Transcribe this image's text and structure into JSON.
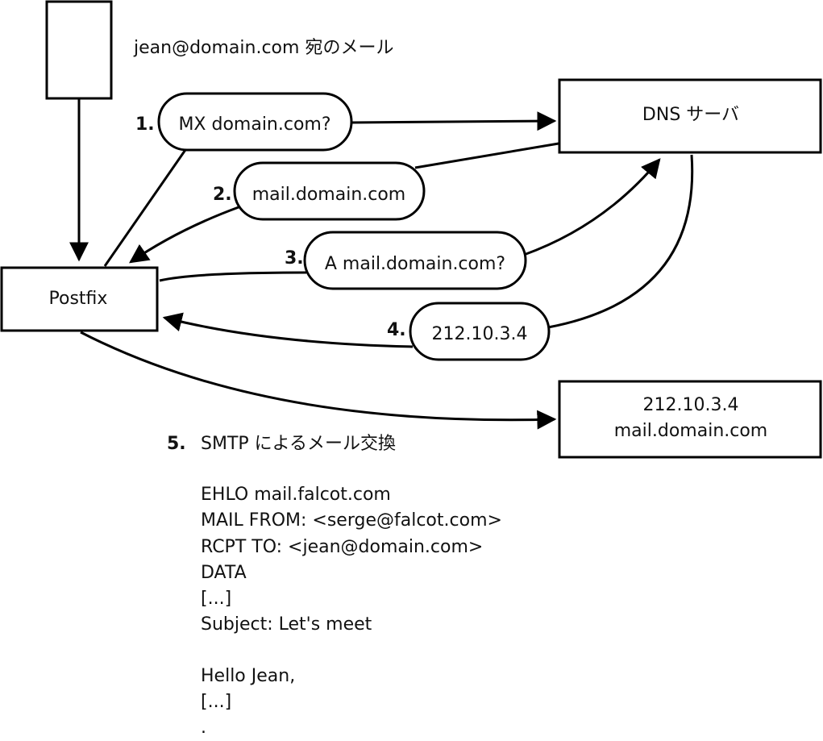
{
  "header_label": "jean@domain.com 宛のメール",
  "nodes": {
    "postfix": "Postfix",
    "dns_server": "DNS サーバ",
    "mail_host_ip": "212.10.3.4",
    "mail_host_name": "mail.domain.com"
  },
  "steps": [
    {
      "number": "1.",
      "text": "MX domain.com?"
    },
    {
      "number": "2.",
      "text": "mail.domain.com"
    },
    {
      "number": "3.",
      "text": "A mail.domain.com?"
    },
    {
      "number": "4.",
      "text": "212.10.3.4"
    },
    {
      "number": "5.",
      "text": "SMTP によるメール交換"
    }
  ],
  "smtp_lines": [
    "EHLO mail.falcot.com",
    "MAIL FROM: <serge@falcot.com>",
    "RCPT TO: <jean@domain.com>",
    "DATA",
    "[...]",
    "Subject: Let's meet",
    "",
    "Hello Jean,",
    "[...]",
    "."
  ]
}
